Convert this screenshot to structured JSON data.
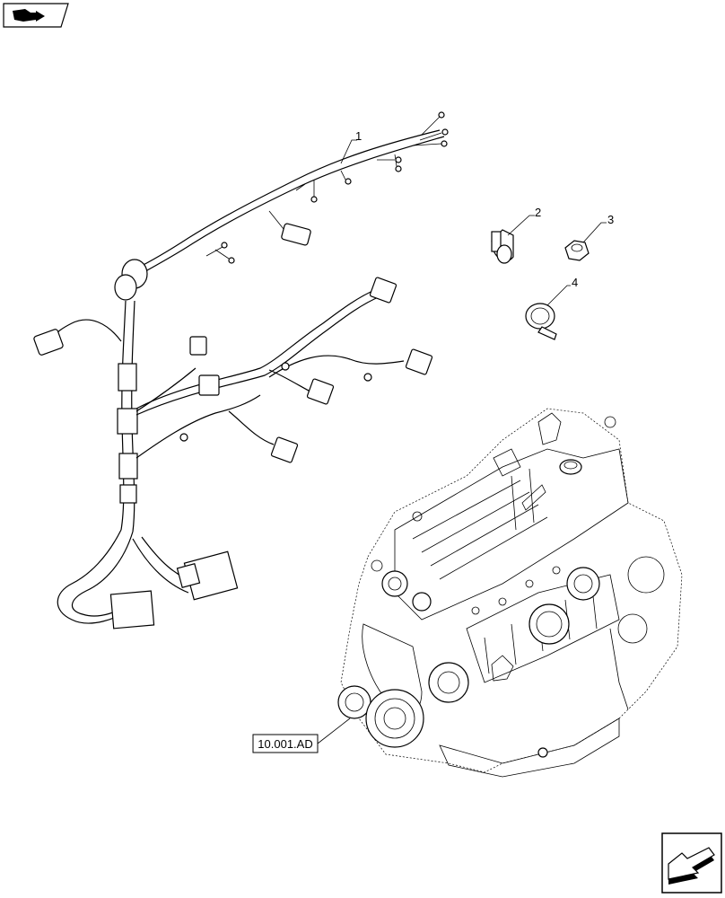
{
  "callouts": {
    "c1": "1",
    "c2": "2",
    "c3": "3",
    "c4": "4"
  },
  "reference_label": "10.001.AD",
  "icons": {
    "top_left": "book-arrow-icon",
    "bottom_right": "next-page-arrow-icon"
  }
}
